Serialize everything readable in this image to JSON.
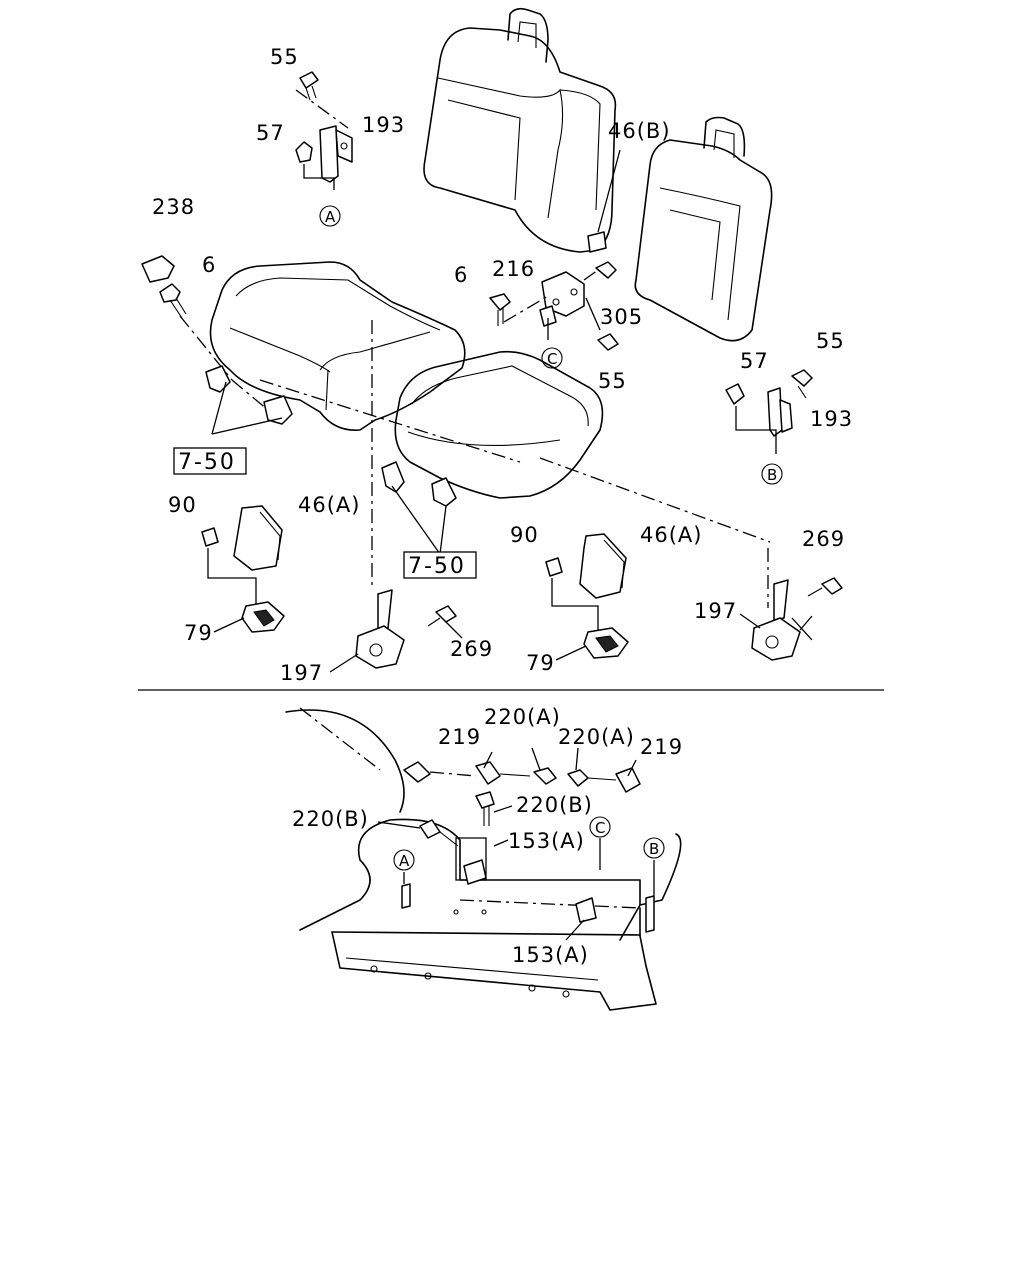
{
  "labels": {
    "l55_top": "55",
    "l57_left": "57",
    "l193_left": "193",
    "l238": "238",
    "l6_left": "6",
    "l46b": "46(B)",
    "l6_mid": "6",
    "l216": "216",
    "l305": "305",
    "l55_mid": "55",
    "l55_right": "55",
    "l57_right": "57",
    "l193_right": "193",
    "ref_750_a": "7-50",
    "ref_750_b": "7-50",
    "l90_left": "90",
    "l46a_left": "46(A)",
    "l79_left": "79",
    "l197_left": "197",
    "l269_left": "269",
    "l90_right": "90",
    "l46a_right": "46(A)",
    "l269_right": "269",
    "l197_right": "197",
    "l79_right": "79",
    "l220a_1": "220(A)",
    "l219_left": "219",
    "l220a_2": "220(A)",
    "l219_right": "219",
    "l220b_1": "220(B)",
    "l220b_2": "220(B)",
    "l153a_1": "153(A)",
    "l153a_2": "153(A)"
  },
  "callouts": {
    "a_top": "A",
    "b_right": "B",
    "c_mid": "C",
    "a_bottom": "A",
    "b_bottom": "B",
    "c_bottom": "C"
  }
}
